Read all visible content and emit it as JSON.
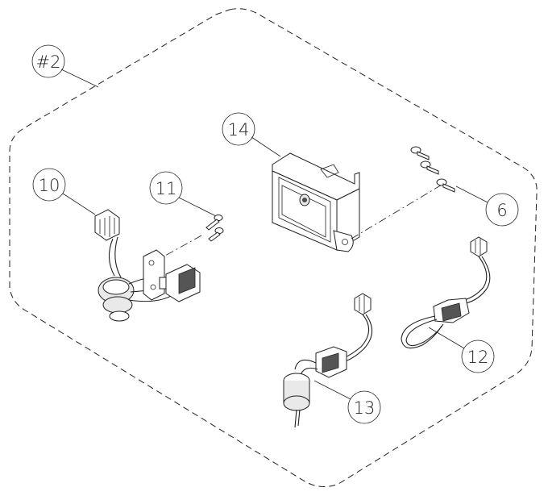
{
  "assembly": {
    "id_label": "#2"
  },
  "callouts": {
    "c6": "6",
    "c10": "10",
    "c11": "11",
    "c12": "12",
    "c13": "13",
    "c14": "14"
  },
  "colors": {
    "line": "#222222",
    "background": "#ffffff"
  }
}
